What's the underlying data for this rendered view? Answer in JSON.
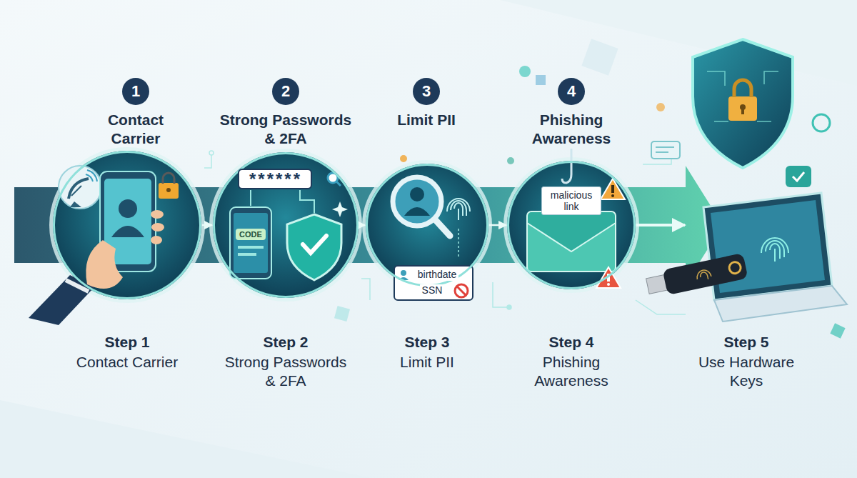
{
  "diagram": {
    "nodes": [
      {
        "text": [
          "1",
          "Contact Carrier"
        ]
      },
      {
        "text": [
          "2",
          "Strong Passwords & 2FA"
        ]
      },
      {
        "text": [
          "3",
          "Limit PII"
        ]
      },
      {
        "text": [
          "4",
          "Phishing Awareness"
        ]
      },
      {
        "text": [
          "Step 1",
          "Contact Carrier"
        ]
      },
      {
        "text": [
          "******",
          "CODE",
          "Step 2",
          "Strong Passwords & 2FA"
        ]
      },
      {
        "text": [
          "birthdate",
          "SSN",
          "Step 3",
          "Limit PII"
        ]
      },
      {
        "text": [
          "malicious link",
          "Step 4",
          "Phishing Awareness"
        ]
      },
      {
        "text": [
          "Step 5",
          "Use Hardware Keys"
        ]
      }
    ],
    "edges": [
      {
        "from": 4,
        "to": 5,
        "arrow": "to"
      },
      {
        "from": 5,
        "to": 6,
        "arrow": "to"
      },
      {
        "from": 6,
        "to": 7,
        "arrow": "to"
      },
      {
        "from": 7,
        "to": 8,
        "arrow": "to"
      }
    ]
  }
}
